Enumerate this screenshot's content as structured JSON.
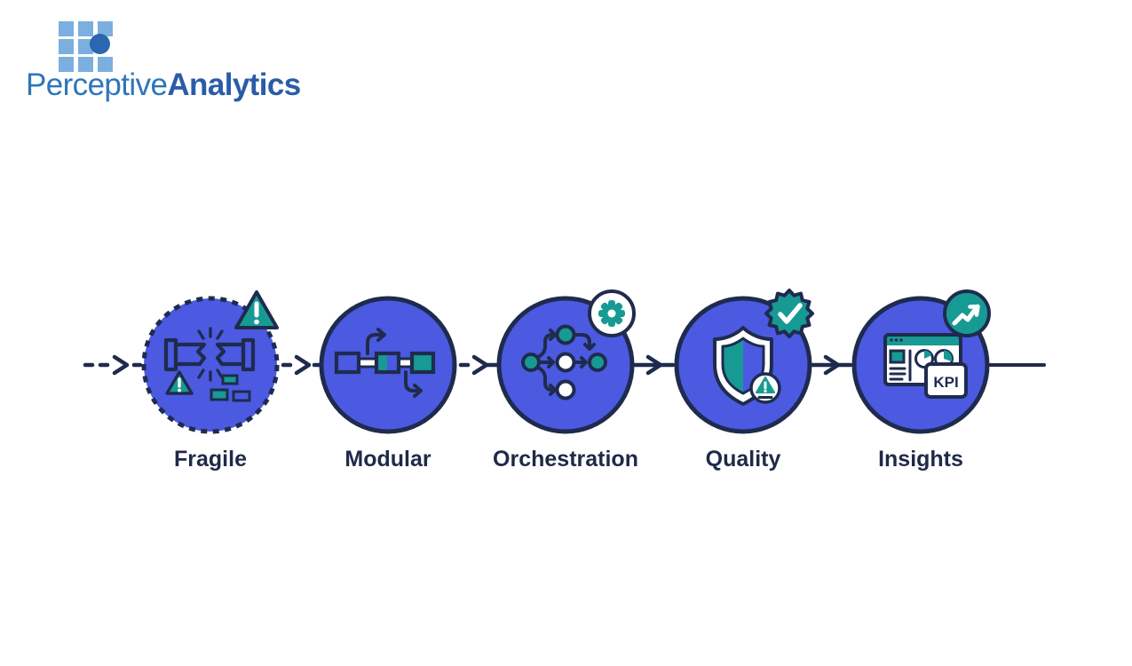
{
  "logo": {
    "brand_regular": "Perceptive",
    "brand_bold": "Analytics",
    "square_color": "#7BAFDF",
    "dot_color": "#2B66B0",
    "text_color_regular": "#2E76BA",
    "text_color_bold": "#2A5CA8"
  },
  "colors": {
    "circle_fill": "#4B5AE1",
    "outline_navy": "#1F2B4E",
    "teal": "#179A93",
    "label_text": "#1E2A47",
    "background": "#FFFFFF"
  },
  "pipeline": {
    "kpi_label": "KPI",
    "stages": [
      {
        "label": "Fragile",
        "icon": "broken-pipe-icon",
        "badge": "warning-triangle-badge",
        "border_style": "dashed"
      },
      {
        "label": "Modular",
        "icon": "modular-blocks-icon",
        "badge": "none",
        "border_style": "solid"
      },
      {
        "label": "Orchestration",
        "icon": "dag-workflow-icon",
        "badge": "gear-badge",
        "border_style": "solid"
      },
      {
        "label": "Quality",
        "icon": "shield-alert-icon",
        "badge": "check-seal-badge",
        "border_style": "solid"
      },
      {
        "label": "Insights",
        "icon": "kpi-dashboard-icon",
        "badge": "trend-up-badge",
        "border_style": "solid"
      }
    ],
    "connectors": [
      {
        "from": "start",
        "to": "Fragile",
        "style": "dashed-arrow"
      },
      {
        "from": "Fragile",
        "to": "Modular",
        "style": "dashed-arrow"
      },
      {
        "from": "Modular",
        "to": "Orchestration",
        "style": "dashed-to-solid-arrow"
      },
      {
        "from": "Orchestration",
        "to": "Quality",
        "style": "solid-arrow"
      },
      {
        "from": "Quality",
        "to": "Insights",
        "style": "solid-arrow"
      },
      {
        "from": "Insights",
        "to": "end",
        "style": "solid-line"
      }
    ]
  }
}
